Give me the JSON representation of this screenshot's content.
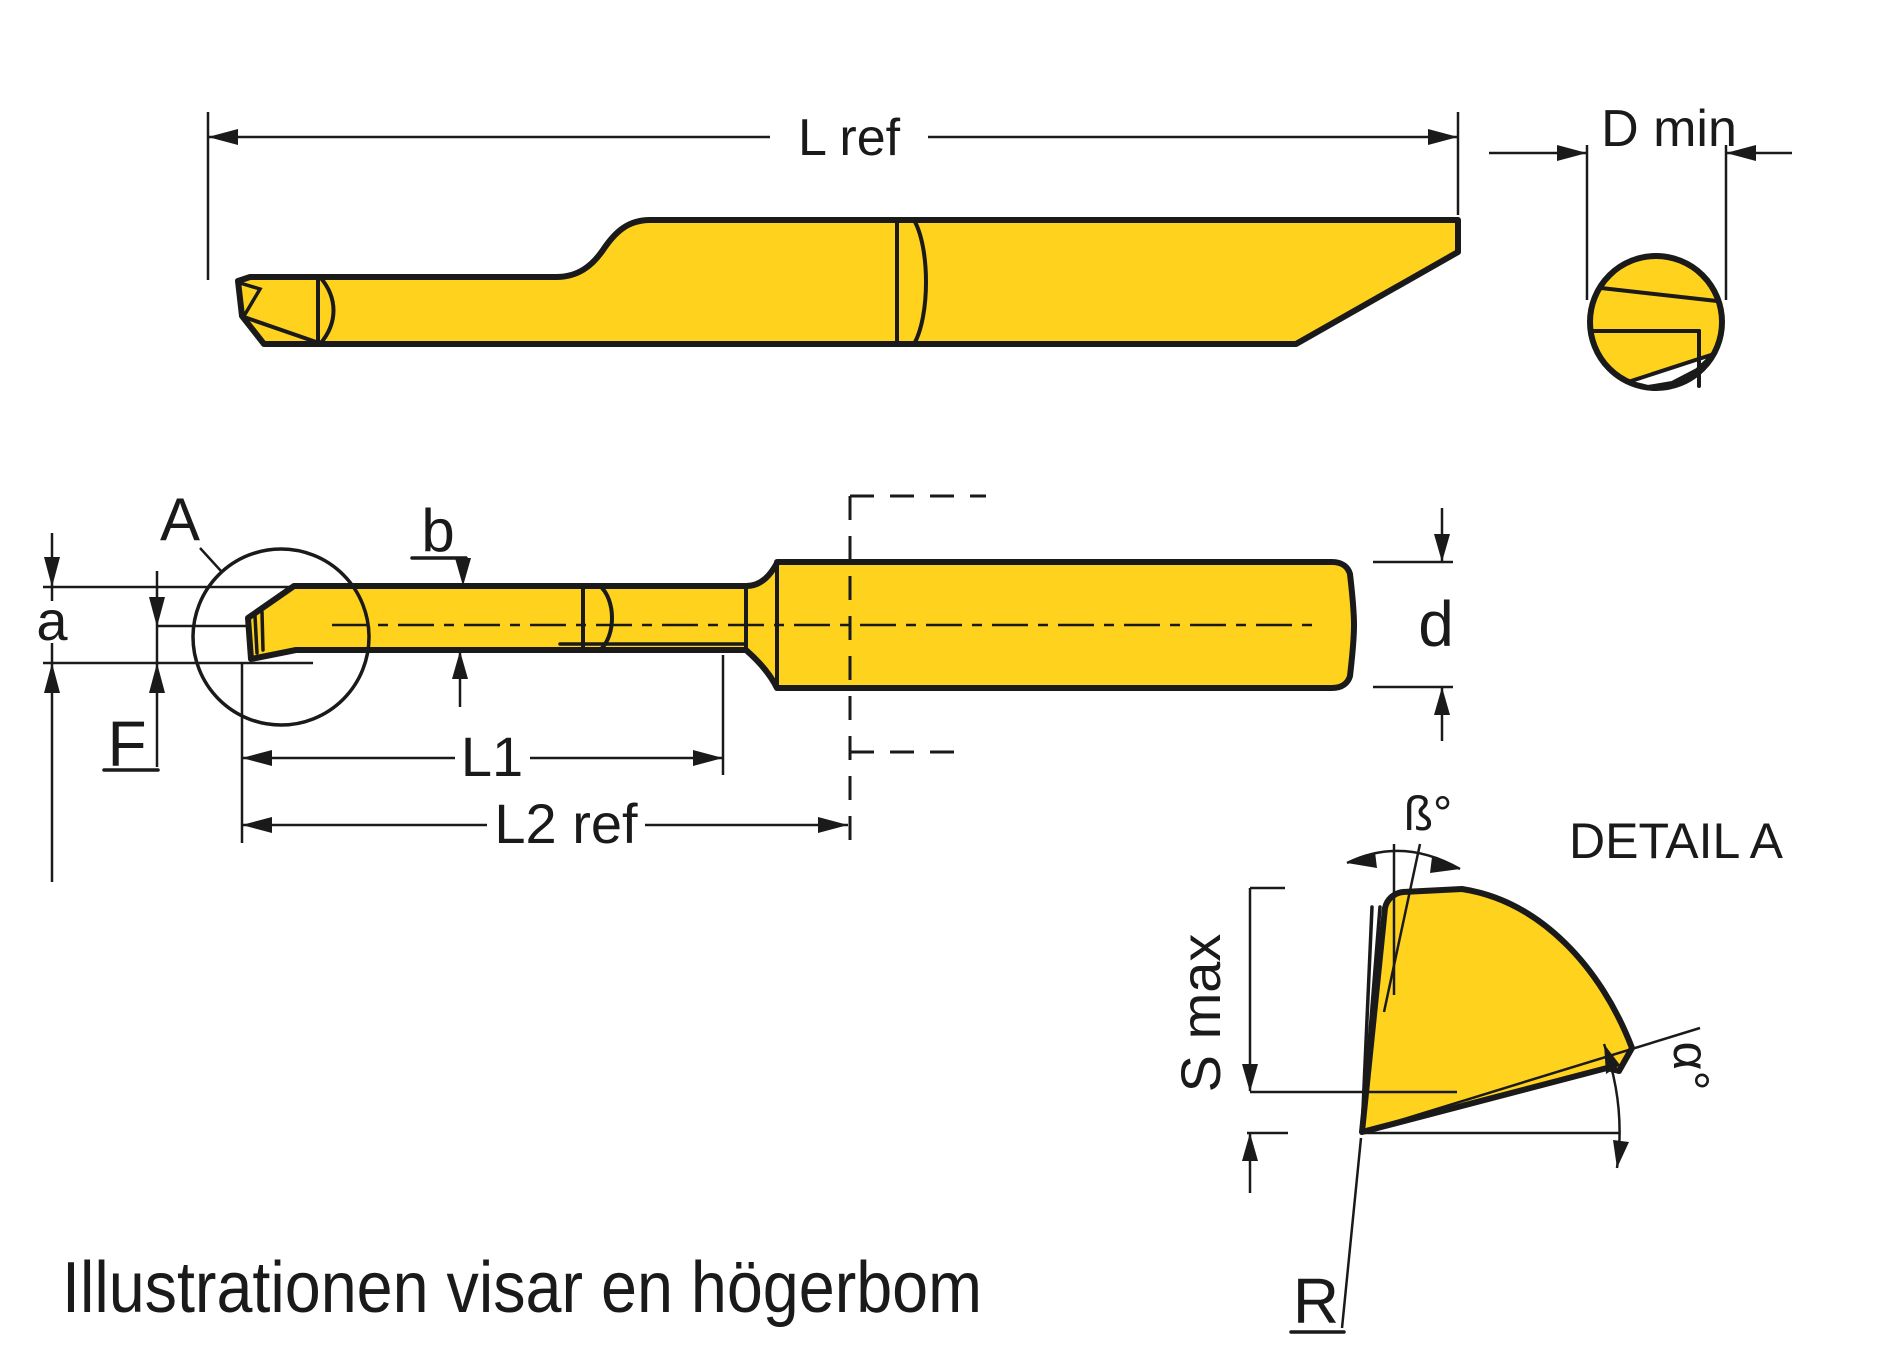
{
  "drawing": {
    "caption": "Illustrationen visar en högerbom",
    "labels": {
      "l_ref": "L ref",
      "d_min": "D min",
      "a_marker": "A",
      "b": "b",
      "a": "a",
      "f": "F",
      "l1": "L1",
      "l2_ref": "L2 ref",
      "d": "d",
      "beta": "ß°",
      "detail_title": "DETAIL A",
      "s_max": "S max",
      "alpha": "α°",
      "r": "R"
    },
    "colors": {
      "tool": "#FFD21E",
      "line": "#1A1A1A",
      "background": "#FFFFFF"
    }
  }
}
